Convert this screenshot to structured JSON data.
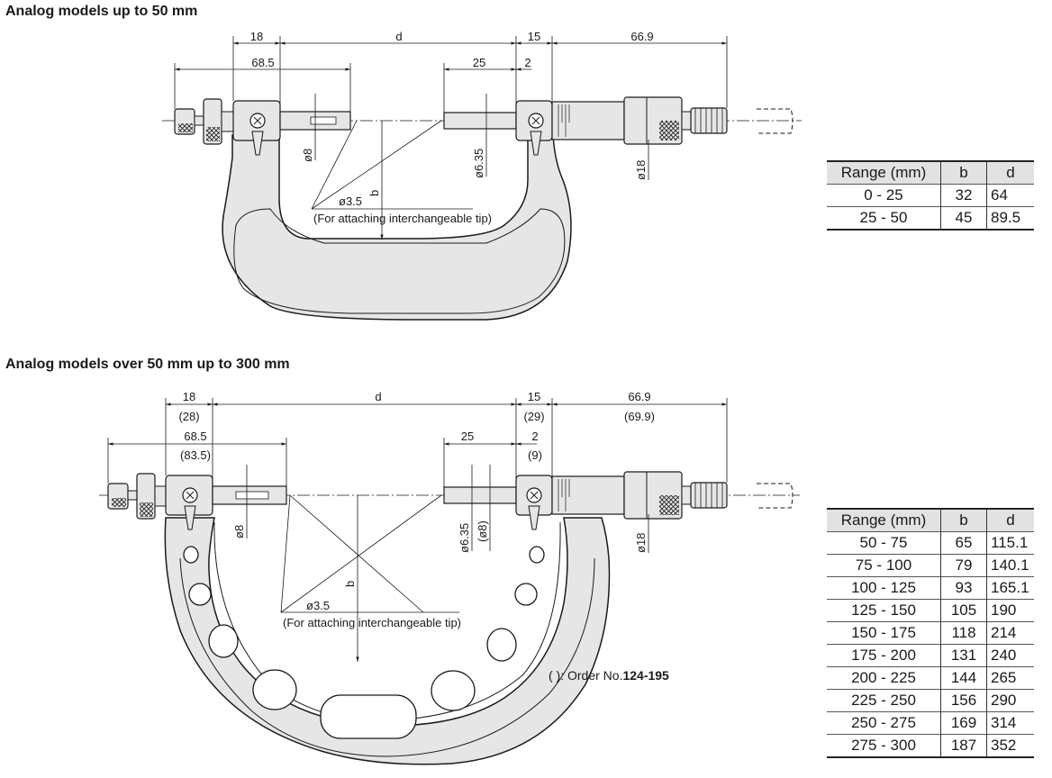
{
  "section1": {
    "title": "Analog models up to 50 mm",
    "dims": {
      "d18": "18",
      "d": "d",
      "d15": "15",
      "d66_9": "66.9",
      "d68_5": "68.5",
      "d25": "25",
      "d2": "2",
      "phi8": "ø8",
      "phi6_35": "ø6.35",
      "phi18": "ø18",
      "phi3_5": "ø3.5",
      "b": "b",
      "tip_note": "(For attaching interchangeable tip)"
    },
    "table": {
      "headers": [
        "Range (mm)",
        "b",
        "d"
      ],
      "rows": [
        [
          "0 - 25",
          "32",
          "64"
        ],
        [
          "25 - 50",
          "45",
          "89.5"
        ]
      ]
    }
  },
  "section2": {
    "title": "Analog models over 50 mm up to 300 mm",
    "dims": {
      "d18": "18",
      "d18_alt": "(28)",
      "d": "d",
      "d15": "15",
      "d15_alt": "(29)",
      "d66_9": "66.9",
      "d66_9_alt": "(69.9)",
      "d68_5": "68.5",
      "d68_5_alt": "(83.5)",
      "d25": "25",
      "d2": "2",
      "d2_alt": "(9)",
      "phi8": "ø8",
      "phi6_35": "ø6.35",
      "phi8_alt": "(ø8)",
      "phi18": "ø18",
      "phi3_5": "ø3.5",
      "b": "b",
      "tip_note": "(For attaching interchangeable tip)"
    },
    "order_note": {
      "prefix": "( ): Order No.",
      "number": "124-195"
    },
    "table": {
      "headers": [
        "Range (mm)",
        "b",
        "d"
      ],
      "rows": [
        [
          "50 - 75",
          "65",
          "115.1"
        ],
        [
          "75 - 100",
          "79",
          "140.1"
        ],
        [
          "100 - 125",
          "93",
          "165.1"
        ],
        [
          "125 - 150",
          "105",
          "190"
        ],
        [
          "150 - 175",
          "118",
          "214"
        ],
        [
          "175 - 200",
          "131",
          "240"
        ],
        [
          "200 - 225",
          "144",
          "265"
        ],
        [
          "225 - 250",
          "156",
          "290"
        ],
        [
          "250 - 275",
          "169",
          "314"
        ],
        [
          "275 - 300",
          "187",
          "352"
        ]
      ]
    }
  },
  "colors": {
    "frame_fill": "#e6e6e6",
    "line": "#1a1a1a",
    "table_header": "#e2e2e2"
  }
}
